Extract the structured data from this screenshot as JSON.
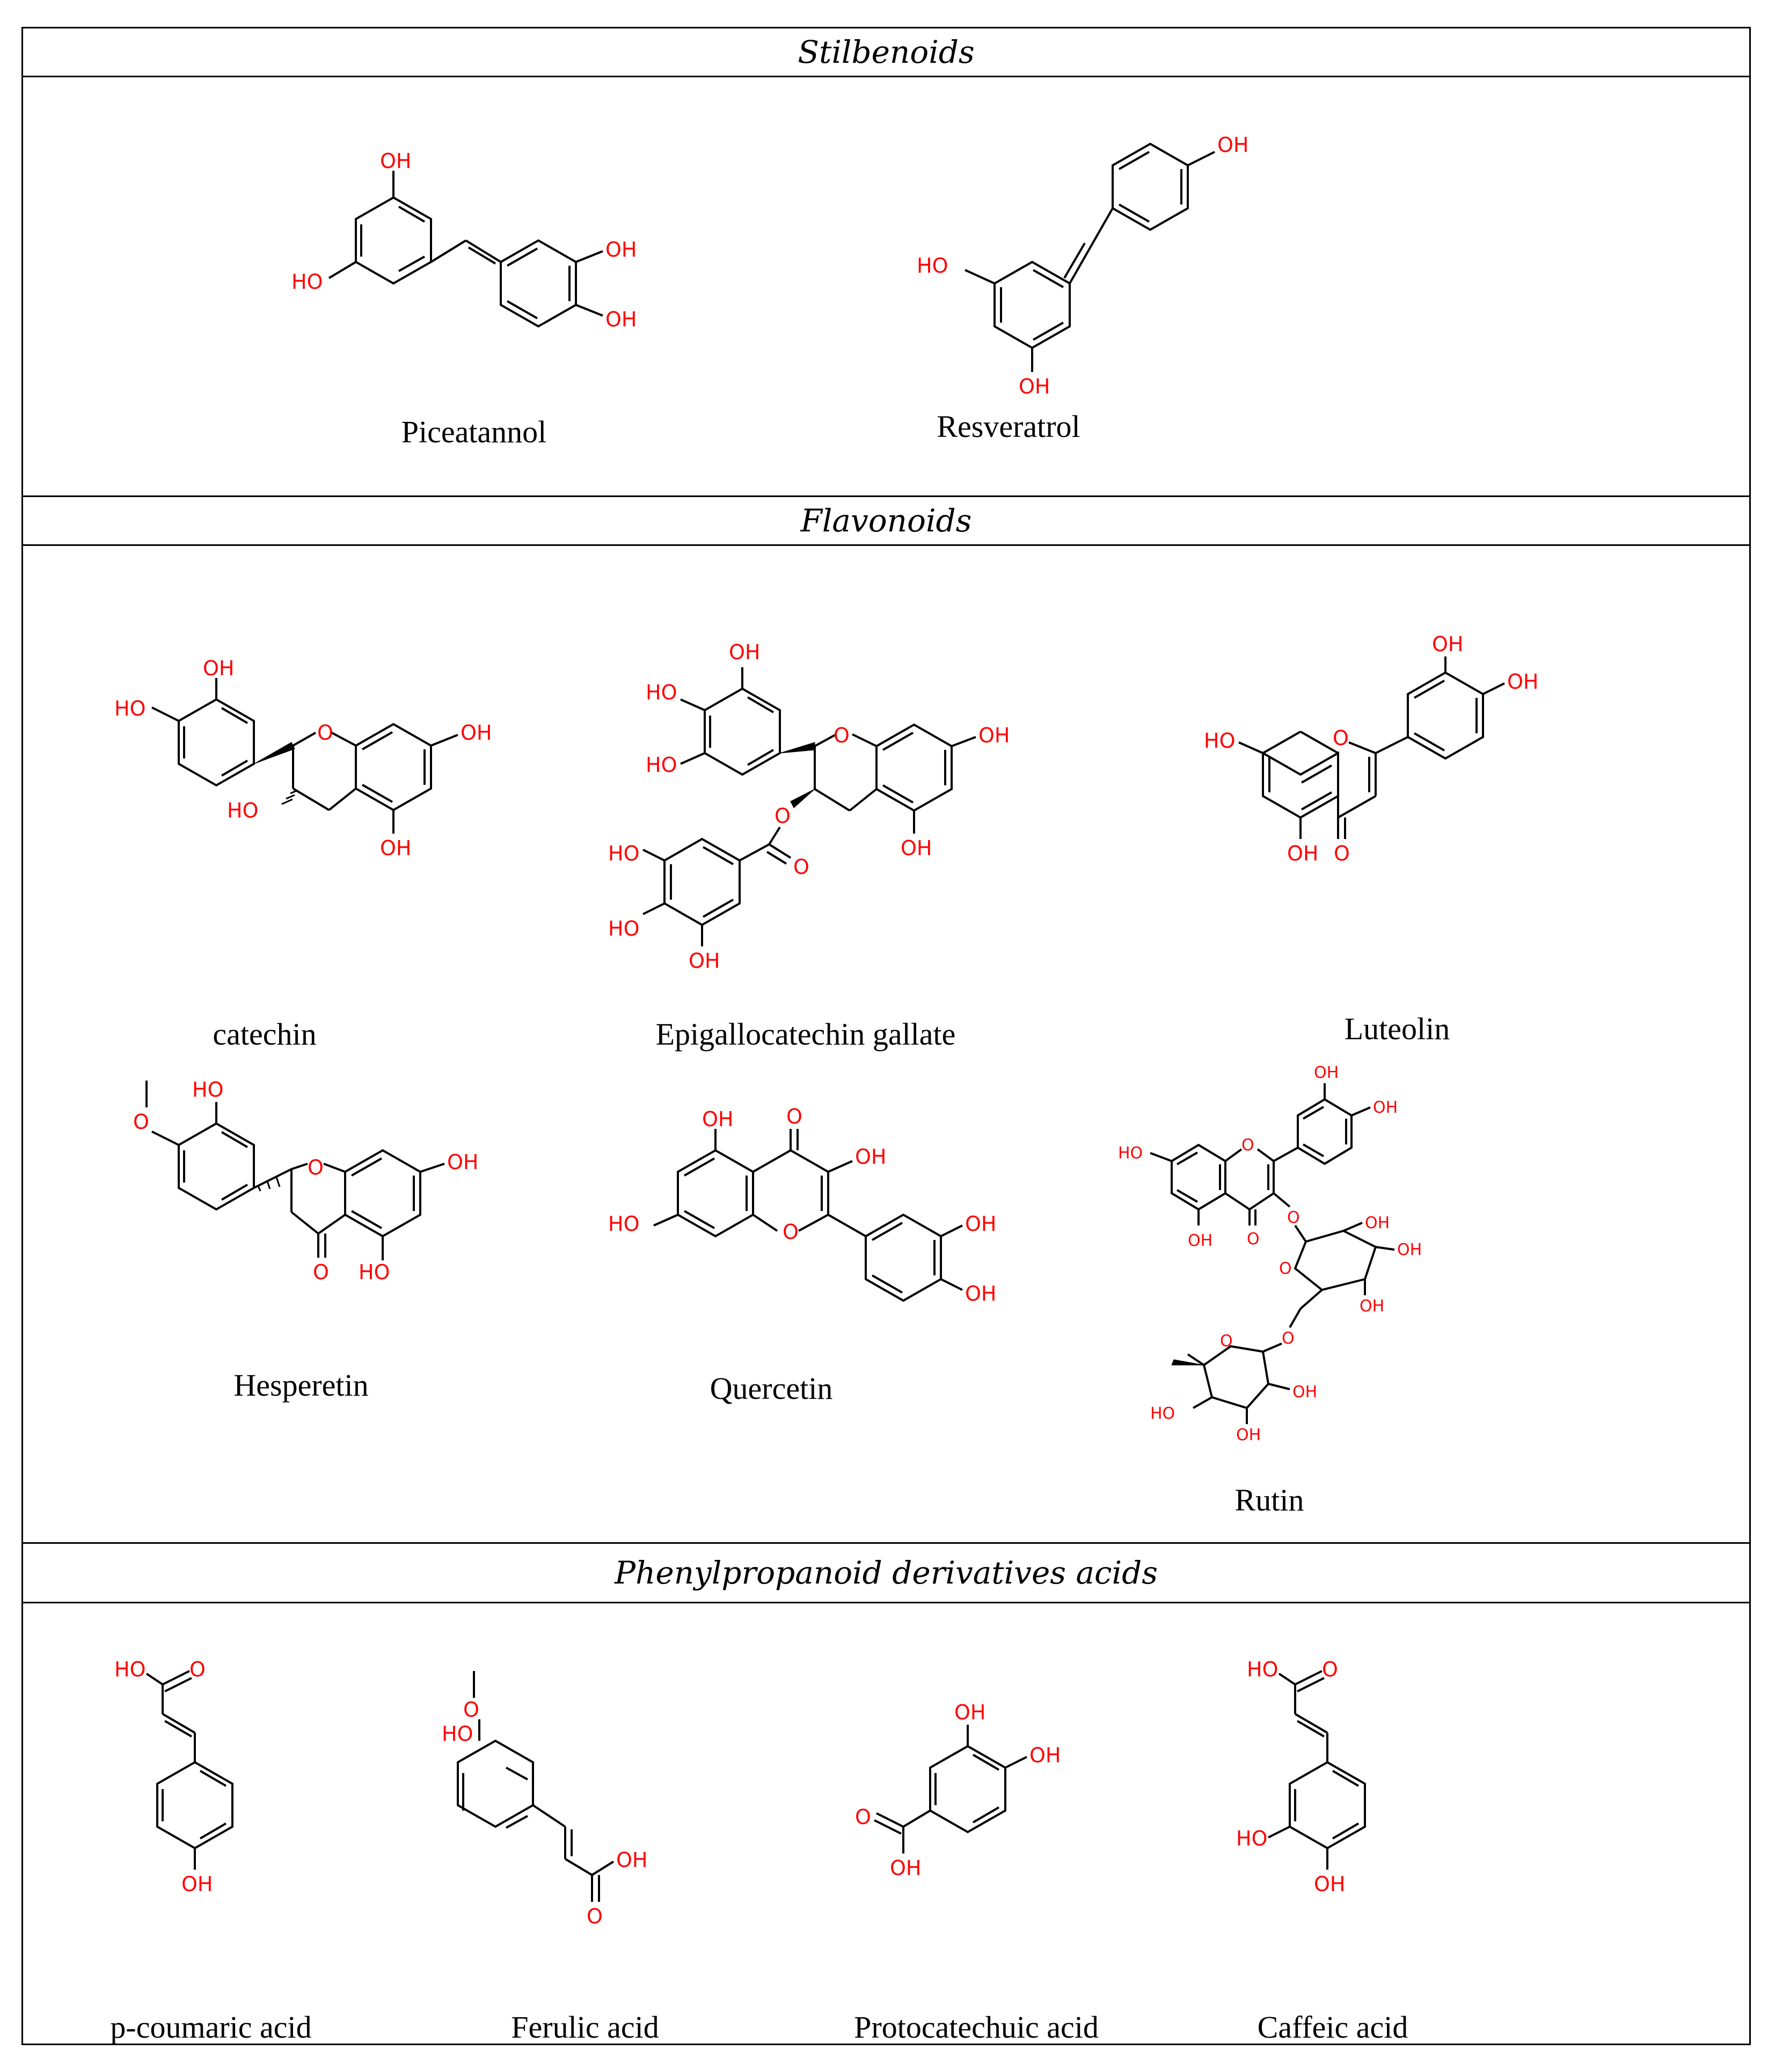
{
  "sections": [
    {
      "header": "Stilbenoids"
    },
    {
      "header": "Flavonoids"
    },
    {
      "header": "Phenylpropanoid derivatives acids"
    }
  ],
  "compounds": {
    "piceatannol": "Piceatannol",
    "resveratrol": "Resveratrol",
    "catechin": "catechin",
    "egcg": "Epigallocatechin gallate",
    "luteolin": "Luteolin",
    "hesperetin": "Hesperetin",
    "quercetin": "Quercetin",
    "rutin": "Rutin",
    "p_coumaric": "p-coumaric acid",
    "ferulic": "Ferulic acid",
    "protocatechuic": "Protocatechuic acid",
    "caffeic": "Caffeic acid"
  },
  "atom_labels": {
    "OH": "OH",
    "HO": "HO",
    "O": "O"
  },
  "colors": {
    "heteroatom": "#ff0000",
    "bond": "#000000",
    "border": "#000000"
  }
}
